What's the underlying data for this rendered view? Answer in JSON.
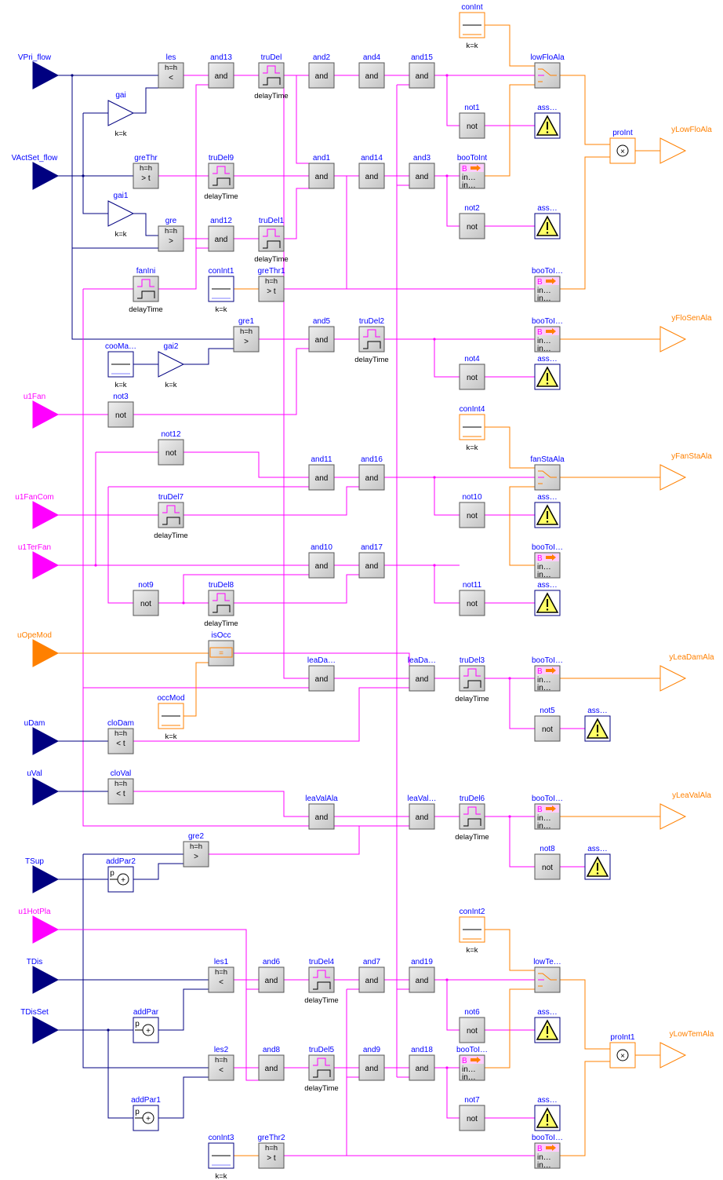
{
  "inputs": [
    {
      "label": "VPri_flow",
      "kind": "real"
    },
    {
      "label": "VActSet_flow",
      "kind": "real"
    },
    {
      "label": "u1Fan",
      "kind": "bool"
    },
    {
      "label": "u1FanCom",
      "kind": "bool"
    },
    {
      "label": "u1TerFan",
      "kind": "bool"
    },
    {
      "label": "uOpeMod",
      "kind": "int"
    },
    {
      "label": "uDam",
      "kind": "real"
    },
    {
      "label": "uVal",
      "kind": "real"
    },
    {
      "label": "TSup",
      "kind": "real"
    },
    {
      "label": "u1HotPla",
      "kind": "bool"
    },
    {
      "label": "TDis",
      "kind": "real"
    },
    {
      "label": "TDisSet",
      "kind": "real"
    }
  ],
  "outputs": [
    {
      "label": "yLowFloAla"
    },
    {
      "label": "yFloSenAla"
    },
    {
      "label": "yFanStaAla"
    },
    {
      "label": "yLeaDamAla"
    },
    {
      "label": "yLeaValAla"
    },
    {
      "label": "yLowTemAla"
    }
  ],
  "blocks": {
    "conInt": {
      "label": "conInt",
      "param": "k=k"
    },
    "lowFloAla": {
      "label": "lowFloAla"
    },
    "les": {
      "label": "les",
      "top": "h=h",
      "text": "<"
    },
    "and13": {
      "label": "and13",
      "text": "and"
    },
    "truDel": {
      "label": "truDel",
      "param": "delayTime"
    },
    "and2": {
      "label": "and2",
      "text": "and"
    },
    "and4": {
      "label": "and4",
      "text": "and"
    },
    "and15": {
      "label": "and15",
      "text": "and"
    },
    "gai": {
      "label": "gai",
      "param": "k=k"
    },
    "not1": {
      "label": "not1",
      "text": "not"
    },
    "ass1": {
      "label": "ass…"
    },
    "proInt": {
      "label": "proInt",
      "text": "×"
    },
    "greThr": {
      "label": "greThr",
      "top": "h=h",
      "text": "> t"
    },
    "truDel9": {
      "label": "truDel9",
      "param": "delayTime"
    },
    "and1": {
      "label": "and1",
      "text": "and"
    },
    "and14": {
      "label": "and14",
      "text": "and"
    },
    "and3": {
      "label": "and3",
      "text": "and"
    },
    "booToInt": {
      "label": "booToInt",
      "b": "B",
      "mid": "in…",
      "bot": "in…"
    },
    "gai1": {
      "label": "gai1",
      "param": "k=k"
    },
    "not2": {
      "label": "not2",
      "text": "not"
    },
    "ass2": {
      "label": "ass…"
    },
    "gre": {
      "label": "gre",
      "top": "h=h",
      "text": ">"
    },
    "and12": {
      "label": "and12",
      "text": "and"
    },
    "truDel1": {
      "label": "truDel1",
      "param": "delayTime"
    },
    "fanIni": {
      "label": "fanIni",
      "param": "delayTime"
    },
    "conInt1": {
      "label": "conInt1",
      "param": "k=k"
    },
    "greThr1": {
      "label": "greThr1",
      "top": "h=h",
      "text": "> t"
    },
    "booToI1": {
      "label": "booToI…",
      "b": "B",
      "mid": "in…",
      "bot": "in…"
    },
    "gre1": {
      "label": "gre1",
      "top": "h=h",
      "text": ">"
    },
    "and5": {
      "label": "and5",
      "text": "and"
    },
    "truDel2": {
      "label": "truDel2",
      "param": "delayTime"
    },
    "booToI2": {
      "label": "booToI…",
      "b": "B",
      "mid": "in…",
      "bot": "in…"
    },
    "cooMa": {
      "label": "cooMa…",
      "param": "k=k"
    },
    "gai2": {
      "label": "gai2",
      "param": "k=k"
    },
    "not4": {
      "label": "not4",
      "text": "not"
    },
    "ass4": {
      "label": "ass…"
    },
    "not3": {
      "label": "not3",
      "text": "not"
    },
    "conInt4": {
      "label": "conInt4",
      "param": "k=k"
    },
    "not12": {
      "label": "not12",
      "text": "not"
    },
    "fanStaAla": {
      "label": "fanStaAla"
    },
    "and11": {
      "label": "and11",
      "text": "and"
    },
    "and16": {
      "label": "and16",
      "text": "and"
    },
    "truDel7": {
      "label": "truDel7",
      "param": "delayTime"
    },
    "not10": {
      "label": "not10",
      "text": "not"
    },
    "ass10": {
      "label": "ass…"
    },
    "and10": {
      "label": "and10",
      "text": "and"
    },
    "and17": {
      "label": "and17",
      "text": "and"
    },
    "booToI3": {
      "label": "booToI…",
      "b": "B",
      "mid": "in…",
      "bot": "in…"
    },
    "not9": {
      "label": "not9",
      "text": "not"
    },
    "truDel8": {
      "label": "truDel8",
      "param": "delayTime"
    },
    "not11": {
      "label": "not11",
      "text": "not"
    },
    "ass11": {
      "label": "ass…"
    },
    "isOcc": {
      "label": "isOcc",
      "text": "="
    },
    "leaDa1": {
      "label": "leaDa…",
      "text": "and"
    },
    "leaDa2": {
      "label": "leaDa…",
      "text": "and"
    },
    "truDel3": {
      "label": "truDel3",
      "param": "delayTime"
    },
    "booToI4": {
      "label": "booToI…",
      "b": "B",
      "mid": "in…",
      "bot": "in…"
    },
    "occMod": {
      "label": "occMod",
      "param": "k=k"
    },
    "not5": {
      "label": "not5",
      "text": "not"
    },
    "ass5": {
      "label": "ass…"
    },
    "cloDam": {
      "label": "cloDam",
      "top": "h=h",
      "text": "< t"
    },
    "cloVal": {
      "label": "cloVal",
      "top": "h=h",
      "text": "< t"
    },
    "leaValAla": {
      "label": "leaValAla",
      "text": "and"
    },
    "leaVal": {
      "label": "leaVal…",
      "text": "and"
    },
    "truDel6": {
      "label": "truDel6",
      "param": "delayTime"
    },
    "booToI5": {
      "label": "booToI…",
      "b": "B",
      "mid": "in…",
      "bot": "in…"
    },
    "gre2": {
      "label": "gre2",
      "top": "h=h",
      "text": ">"
    },
    "addPar2": {
      "label": "addPar2",
      "p": "p",
      "text": "+"
    },
    "not8": {
      "label": "not8",
      "text": "not"
    },
    "ass8": {
      "label": "ass…"
    },
    "conInt2": {
      "label": "conInt2",
      "param": "k=k"
    },
    "lowTe": {
      "label": "lowTe…"
    },
    "les1": {
      "label": "les1",
      "top": "h=h",
      "text": "<"
    },
    "and6": {
      "label": "and6",
      "text": "and"
    },
    "truDel4": {
      "label": "truDel4",
      "param": "delayTime"
    },
    "and7": {
      "label": "and7",
      "text": "and"
    },
    "and19": {
      "label": "and19",
      "text": "and"
    },
    "not6": {
      "label": "not6",
      "text": "not"
    },
    "ass6": {
      "label": "ass…"
    },
    "addPar": {
      "label": "addPar",
      "p": "p",
      "text": "+"
    },
    "proInt1": {
      "label": "proInt1",
      "text": "×"
    },
    "les2": {
      "label": "les2",
      "top": "h=h",
      "text": "<"
    },
    "and8": {
      "label": "and8",
      "text": "and"
    },
    "truDel5": {
      "label": "truDel5",
      "param": "delayTime"
    },
    "and9": {
      "label": "and9",
      "text": "and"
    },
    "and18": {
      "label": "and18",
      "text": "and"
    },
    "booToI6": {
      "label": "booToI…",
      "b": "B",
      "mid": "in…",
      "bot": "in…"
    },
    "not7": {
      "label": "not7",
      "text": "not"
    },
    "ass7": {
      "label": "ass…"
    },
    "addPar1": {
      "label": "addPar1",
      "p": "p",
      "text": "+"
    },
    "conInt3": {
      "label": "conInt3",
      "param": "k=k"
    },
    "greThr2": {
      "label": "greThr2",
      "top": "h=h",
      "text": "> t"
    },
    "booToI7": {
      "label": "booToI…",
      "b": "B",
      "mid": "in…",
      "bot": "in…"
    }
  },
  "colors": {
    "real": "#000080",
    "bool": "#ff00ff",
    "int": "#ff8000",
    "label": "#0000ff",
    "block_border": "#555555",
    "alert_fill": "#ffff66"
  }
}
